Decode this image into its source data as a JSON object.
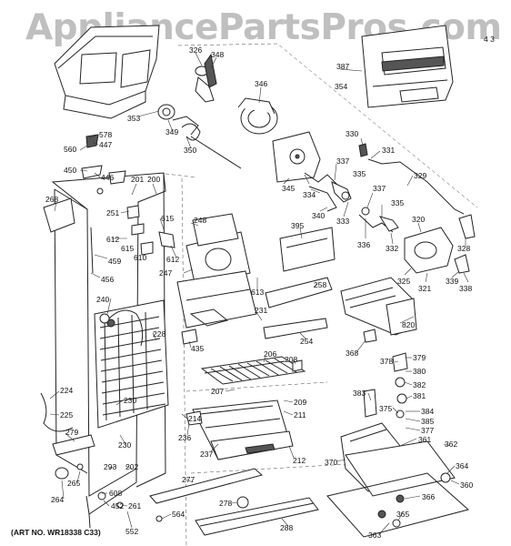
{
  "watermark": "AppliancePartsPros.com",
  "art_number": "(ART NO. WR18338 C33)",
  "labels": {
    "l326": "326",
    "l348": "348",
    "l346": "346",
    "l387": "387",
    "l354": "354",
    "l413": "4 3",
    "l353": "353",
    "l349": "349",
    "l350": "350",
    "l578": "578",
    "l447": "447",
    "l560": "560",
    "l450": "450",
    "l446": "446",
    "l201": "201",
    "l200": "200",
    "l268": "268",
    "l251": "251",
    "l615a": "615",
    "l615b": "615",
    "l248": "248",
    "l612a": "612",
    "l612b": "612",
    "l610": "610",
    "l459": "459",
    "l456": "456",
    "l247": "247",
    "l613": "613",
    "l330": "330",
    "l331": "331",
    "l337a": "337",
    "l337b": "337",
    "l335a": "335",
    "l335b": "335",
    "l329": "329",
    "l345": "345",
    "l334": "334",
    "l340": "340",
    "l333": "333",
    "l395": "395",
    "l336": "336",
    "l332": "332",
    "l320": "320",
    "l328": "328",
    "l325": "325",
    "l321": "321",
    "l339": "339",
    "l338": "338",
    "l258": "258",
    "l820": "820",
    "l231": "231",
    "l254": "254",
    "l240": "240",
    "l228": "228",
    "l435": "435",
    "l368": "368",
    "l206": "206",
    "l208": "208",
    "l378": "378",
    "l379": "379",
    "l380": "380",
    "l382": "382",
    "l381": "381",
    "l207": "207",
    "l383": "383",
    "l209": "209",
    "l211": "211",
    "l375": "375",
    "l384": "384",
    "l385": "385",
    "l377": "377",
    "l224": "224",
    "l230a": "230",
    "l225": "225",
    "l214": "214",
    "l279": "279",
    "l236": "236",
    "l230b": "230",
    "l361": "361",
    "l362": "362",
    "l237": "237",
    "l212": "212",
    "l370": "370",
    "l293": "293",
    "l202": "202",
    "l364": "364",
    "l265": "265",
    "l264": "264",
    "l608": "608",
    "l277": "277",
    "l360": "360",
    "l452": "452",
    "l261": "261",
    "l278": "278",
    "l366": "366",
    "l564": "564",
    "l552": "552",
    "l288": "288",
    "l365": "365",
    "l363": "363"
  }
}
